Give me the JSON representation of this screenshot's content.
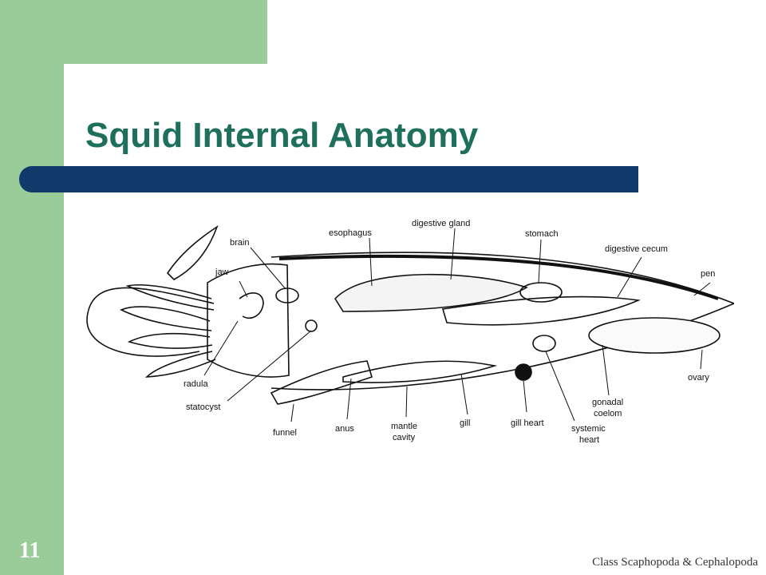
{
  "slide": {
    "title": "Squid Internal Anatomy",
    "number": "11",
    "footer": "Class Scaphopoda & Cephalopoda"
  },
  "colors": {
    "background": "#ffffff",
    "green_frame": "#99cc99",
    "title_text": "#1e6f5c",
    "title_bar": "#0f3a6a"
  },
  "diagram": {
    "labels": {
      "brain": "brain",
      "esophagus": "esophagus",
      "digestive_gland": "digestive gland",
      "stomach": "stomach",
      "digestive_cecum": "digestive cecum",
      "pen": "pen",
      "jaw": "jaw",
      "radula": "radula",
      "statocyst": "statocyst",
      "funnel": "funnel",
      "anus": "anus",
      "mantle_cavity_1": "mantle",
      "mantle_cavity_2": "cavity",
      "gill": "gill",
      "gill_heart": "gill heart",
      "systemic_heart_1": "systemic",
      "systemic_heart_2": "heart",
      "gonadal_coelom_1": "gonadal",
      "gonadal_coelom_2": "coelom",
      "ovary": "ovary"
    }
  }
}
